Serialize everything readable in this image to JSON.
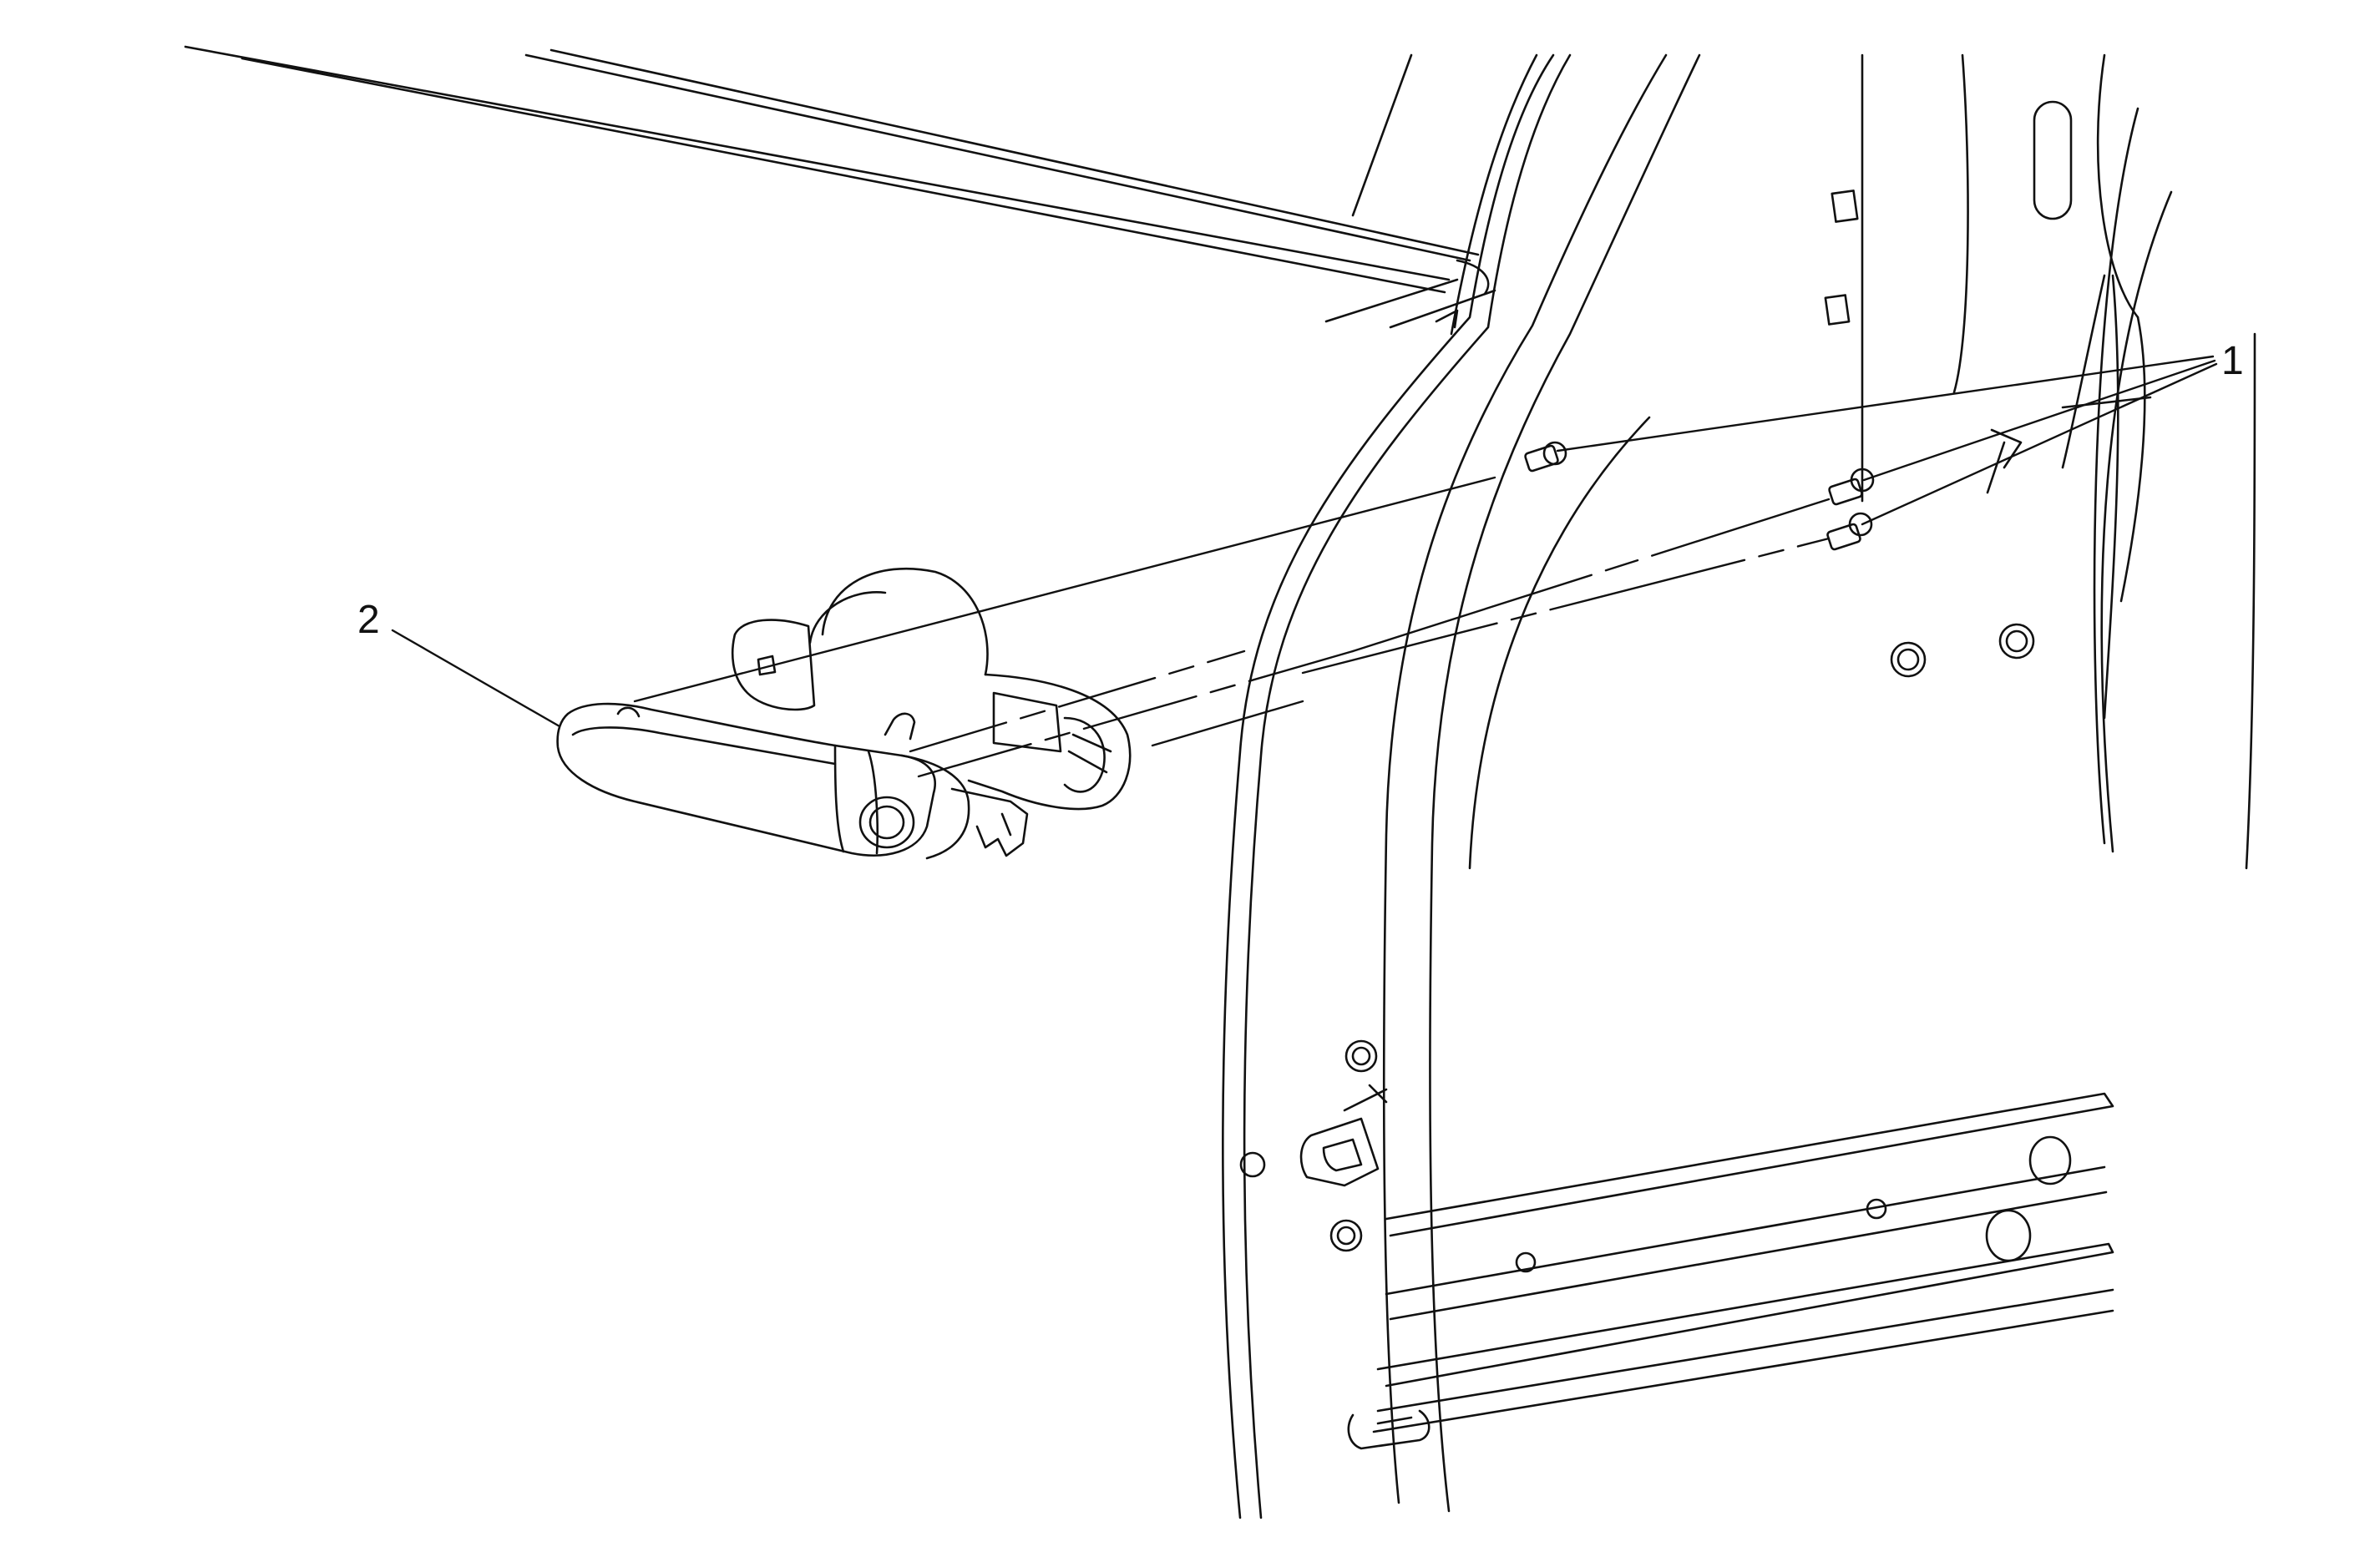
{
  "callouts": [
    {
      "label": "1",
      "name": "callout-1"
    },
    {
      "label": "2",
      "name": "callout-2"
    }
  ],
  "colors": {
    "line": "#111111",
    "background": "#ffffff"
  }
}
